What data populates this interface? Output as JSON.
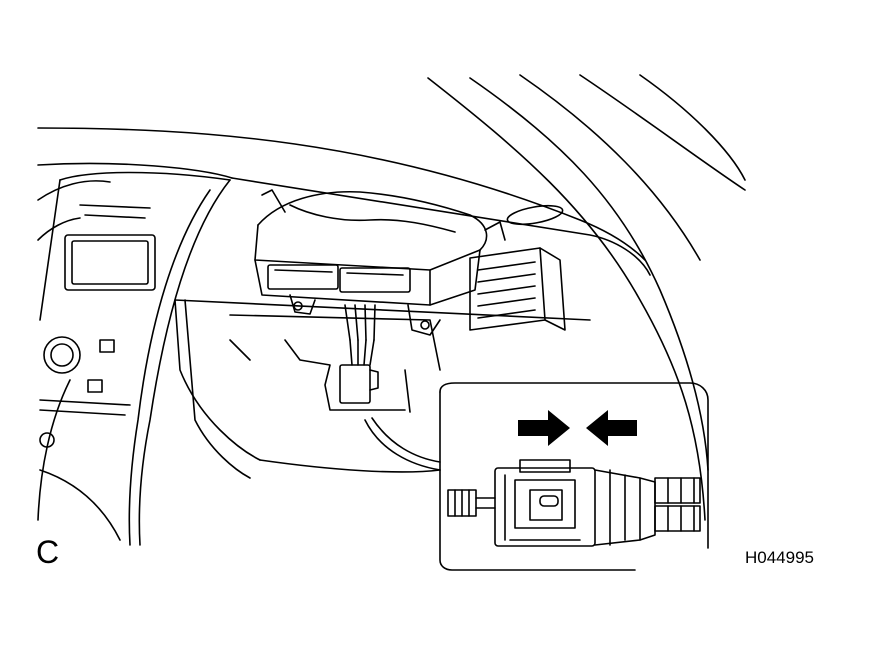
{
  "figure": {
    "view_label": "C",
    "figure_code": "H044995",
    "subject": "front-passenger-airbag-assembly",
    "inset": "connector-connection-detail",
    "arrow_icon": "push-arrows-icon"
  }
}
